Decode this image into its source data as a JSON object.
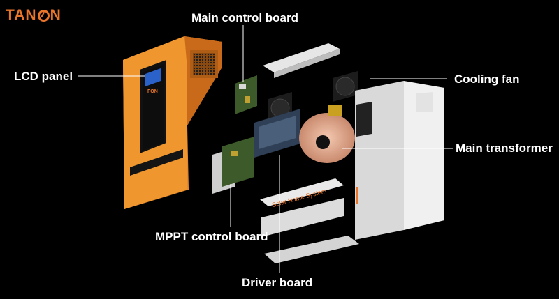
{
  "brand": {
    "left": "TAN",
    "right": "N"
  },
  "labels": {
    "main_control_board": "Main control board",
    "lcd_panel": "LCD panel",
    "cooling_fan": "Cooling fan",
    "main_transformer": "Main transformer",
    "mppt_control_board": "MPPT control board",
    "driver_board": "Driver board"
  },
  "product_text": "Solar Home System",
  "lcd_brand": "FON",
  "colors": {
    "accent": "#e8752a",
    "housing": "#ec8a2e",
    "background": "#000000"
  }
}
